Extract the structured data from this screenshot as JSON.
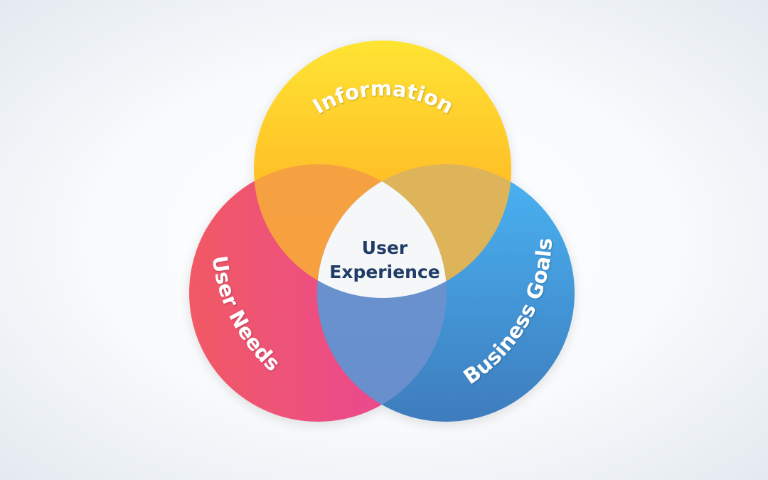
{
  "diagram": {
    "circles": [
      {
        "id": "information",
        "label": "Information",
        "color_top": "#ffe033",
        "color_bottom": "#ffa41f"
      },
      {
        "id": "user-needs",
        "label": "User Needs",
        "color_left": "#f05868",
        "color_right": "#e8449a"
      },
      {
        "id": "business-goals",
        "label": "Business Goals",
        "color_top": "#4ab3f2",
        "color_bottom": "#3f7fc0"
      }
    ],
    "overlaps": {
      "information_user_needs": "#f5a040",
      "information_business_goals": "#dcb45a",
      "user_needs_business_goals": "#6a90cc"
    },
    "center": {
      "line1": "User",
      "line2": "Experience",
      "color": "#1f3d66"
    },
    "background": {
      "inner": "#ffffff",
      "outer": "#e6ecf2"
    }
  }
}
